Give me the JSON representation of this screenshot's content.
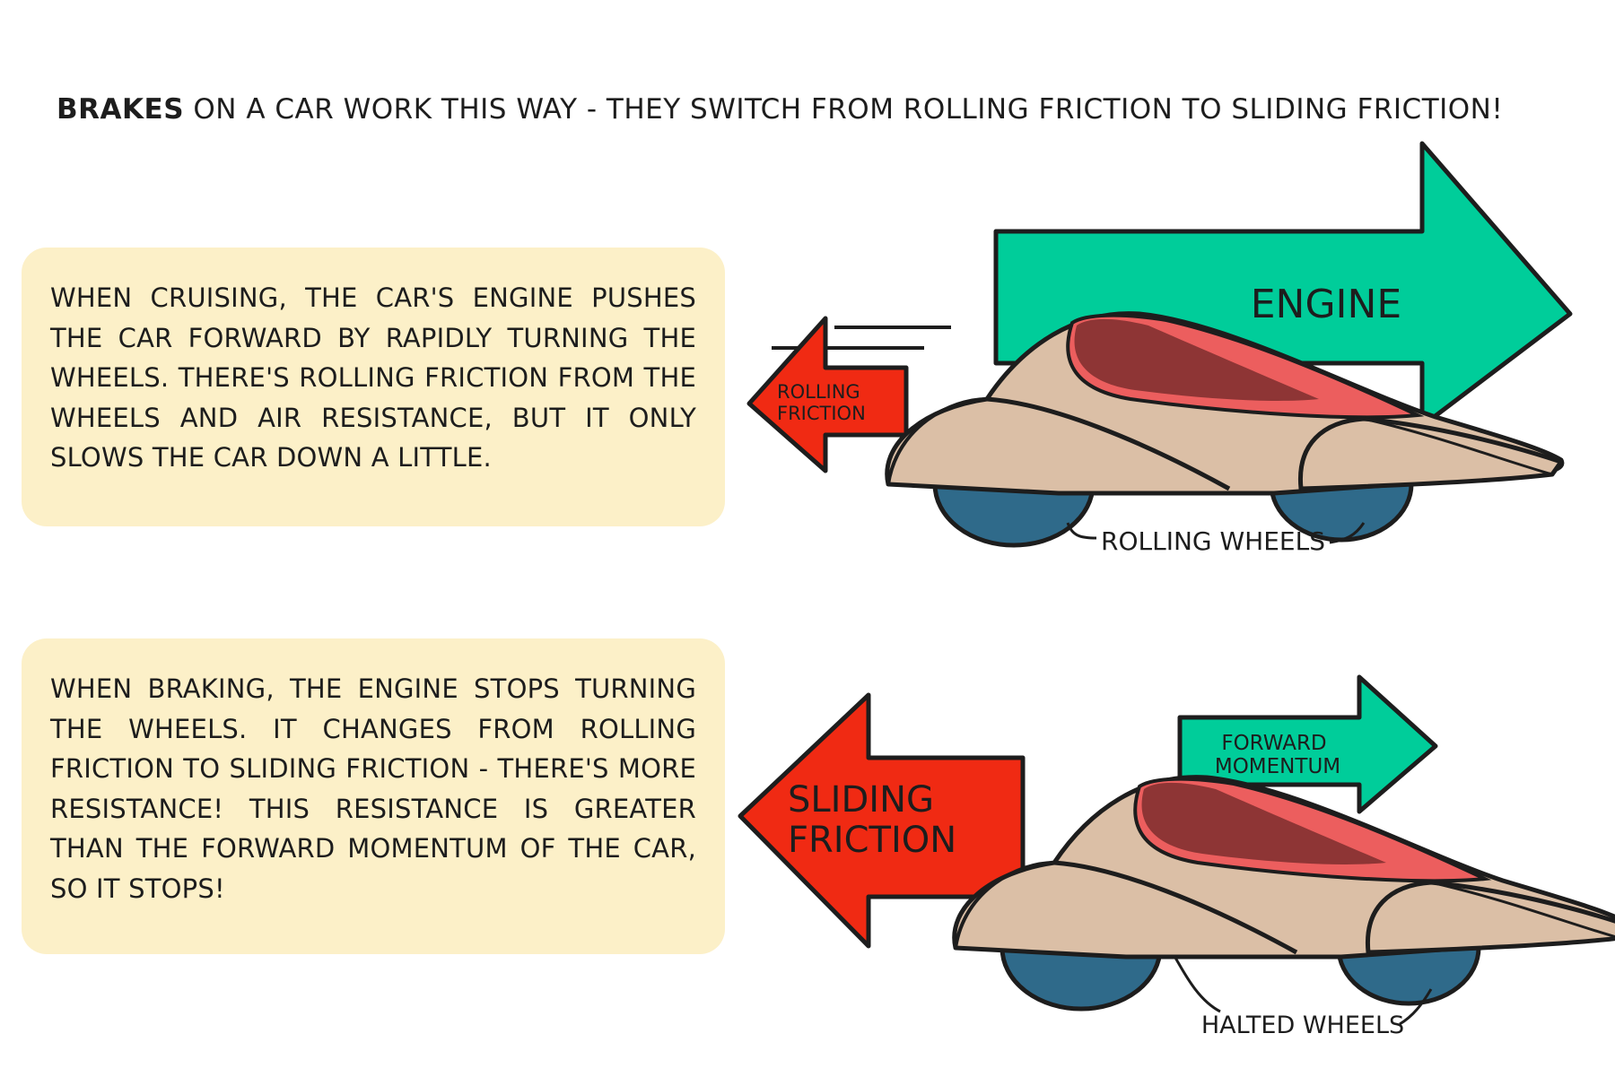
{
  "headline": {
    "bold": "BRAKES",
    "rest": " ON A CAR WORK THIS WAY - THEY SWITCH FROM ROLLING FRICTION TO SLIDING FRICTION!"
  },
  "panel_cruising": {
    "text": "WHEN CRUISING, THE CAR'S ENGINE PUSHES THE CAR FORWARD BY RAPIDLY TURNING THE WHEELS. THERE'S ROLLING FRICTION FROM THE WHEELS AND AIR RESISTANCE, BUT IT ONLY SLOWS THE CAR DOWN A LITTLE."
  },
  "panel_braking": {
    "text": "WHEN BRAKING, THE ENGINE STOPS TURNING THE WHEELS. IT CHANGES FROM ROLLING FRICTION TO SLIDING FRICTION - THERE'S MORE RESISTANCE! THIS RESISTANCE IS GREATER THAN THE FORWARD MOMENTUM OF THE CAR, SO IT STOPS!"
  },
  "diagram_top": {
    "engine_label": "ENGINE",
    "rolling_friction_line1": "ROLLING",
    "rolling_friction_line2": "FRICTION",
    "wheels_label": "ROLLING WHEELS"
  },
  "diagram_bottom": {
    "sliding_friction_line1": "SLIDING",
    "sliding_friction_line2": "FRICTION",
    "momentum_line1": "FORWARD",
    "momentum_line2": "MOMENTUM",
    "wheels_label": "HALTED WHEELS"
  },
  "colors": {
    "engine_arrow": "#00cd9a",
    "friction_arrow": "#f02a13",
    "panel_bg": "#fcf0c8",
    "car_body": "#dbbfa6",
    "cockpit_dark": "#8e3535",
    "cockpit_light": "#ec5e5e",
    "wheel": "#2f6a8a",
    "outline": "#1d1d1d"
  }
}
